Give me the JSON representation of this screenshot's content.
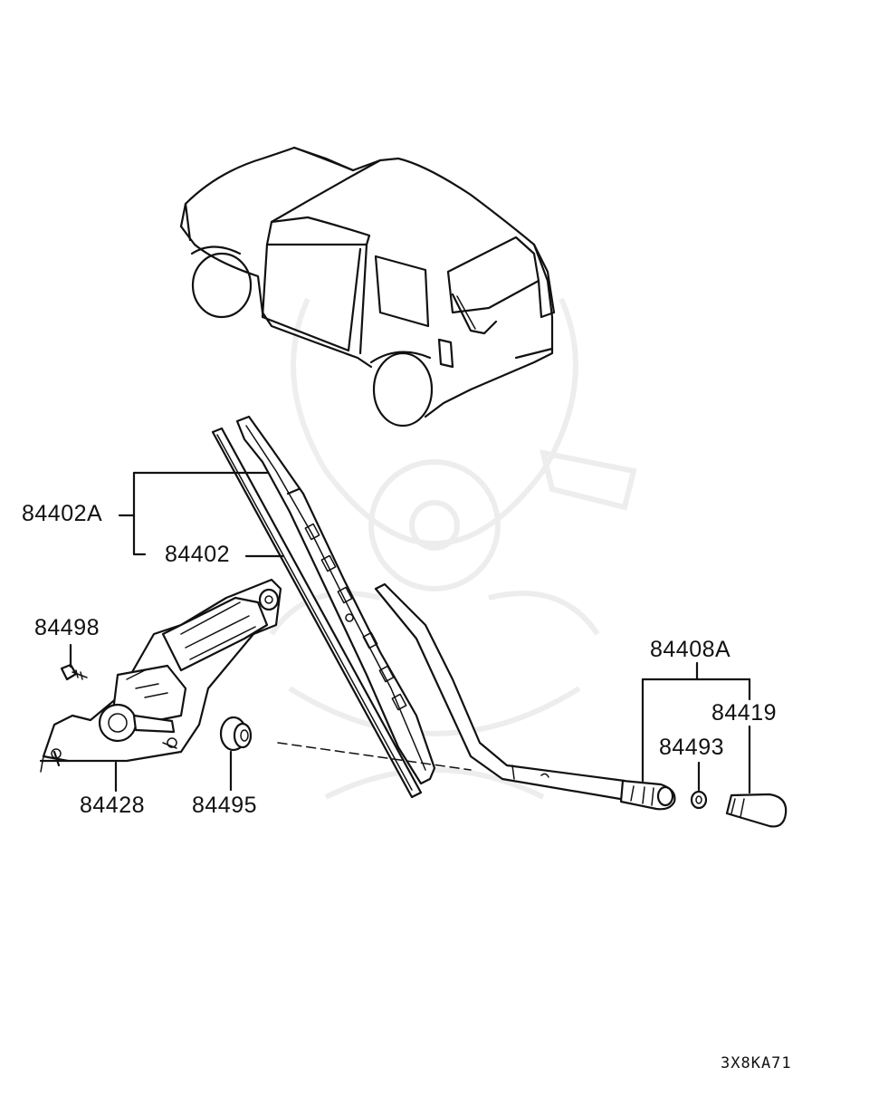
{
  "parts": {
    "p84402A": "84402A",
    "p84402": "84402",
    "p84498": "84498",
    "p84428": "84428",
    "p84495": "84495",
    "p84408A": "84408A",
    "p84419": "84419",
    "p84493": "84493"
  },
  "diagram_code": "3X8KA71"
}
